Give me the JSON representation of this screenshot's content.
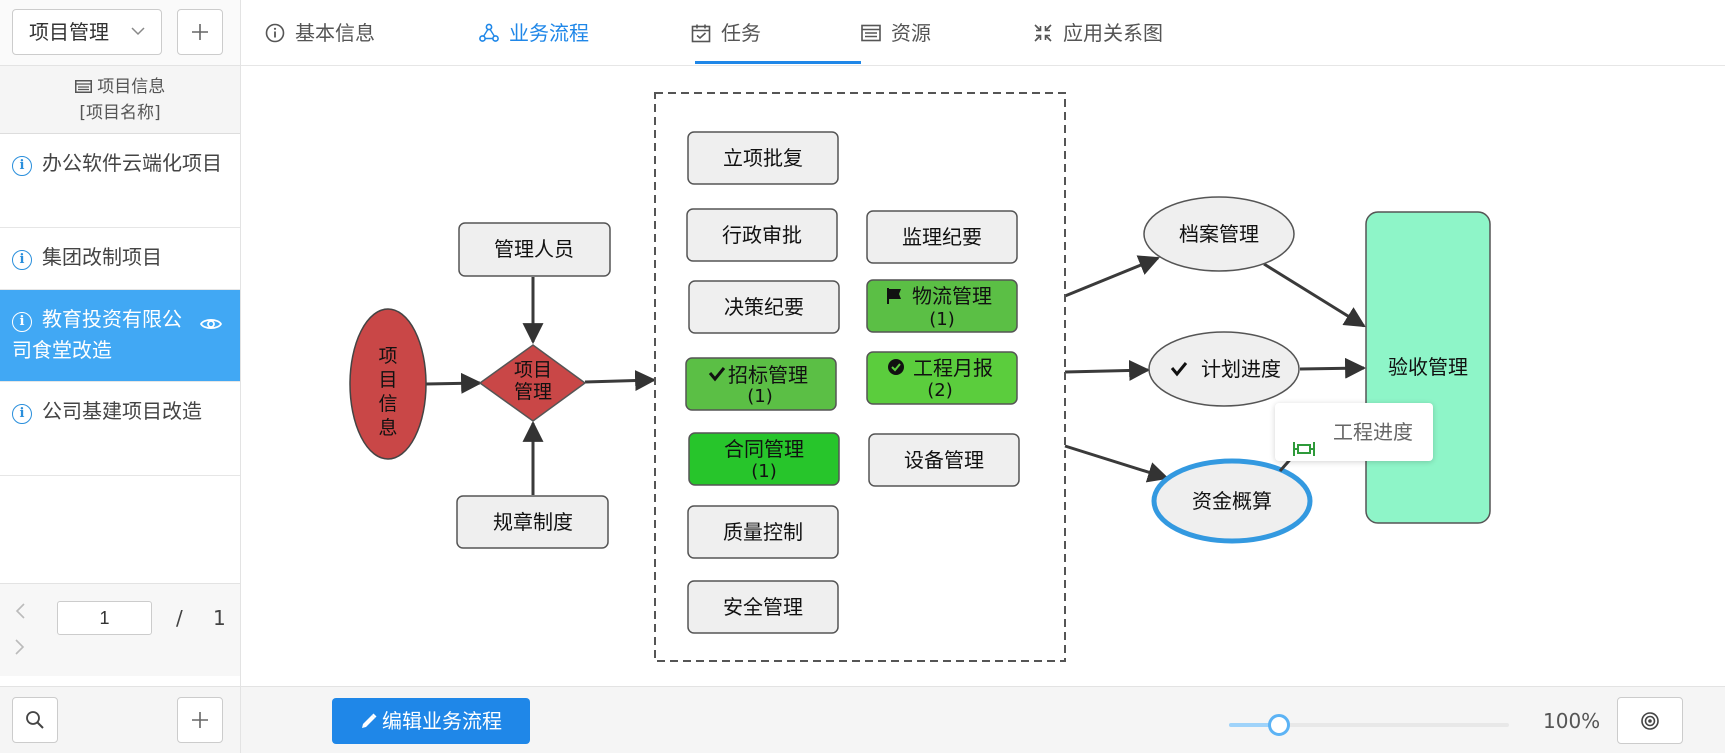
{
  "sidebar": {
    "select_value": "项目管理",
    "info_title": "项目信息",
    "info_sub": "[项目名称]",
    "projects": [
      {
        "label": "办公软件云端化项目"
      },
      {
        "label": "集团改制项目"
      },
      {
        "label": "教育投资有限公司食堂改造"
      },
      {
        "label": "公司基建项目改造"
      }
    ],
    "pager": {
      "current": "1",
      "separator": "/",
      "total": "1"
    }
  },
  "tabs": [
    {
      "label": "基本信息",
      "icon": "info-circle-icon"
    },
    {
      "label": "业务流程",
      "icon": "flow-icon"
    },
    {
      "label": "任务",
      "icon": "calendar-check-icon"
    },
    {
      "label": "资源",
      "icon": "list-icon"
    },
    {
      "label": "应用关系图",
      "icon": "shrink-icon"
    }
  ],
  "flow": {
    "start": "项目信息",
    "decision": "项目管理",
    "top_input": "管理人员",
    "bottom_input": "规章制度",
    "group_left": [
      "立项批复",
      "行政审批",
      "决策纪要",
      "招标管理",
      "合同管理",
      "质量控制",
      "安全管理"
    ],
    "group_right": [
      "监理纪要",
      "物流管理",
      "工程月报",
      "设备管理"
    ],
    "counts": {
      "招标管理": "(1)",
      "合同管理": "(1)",
      "物流管理": "(1)",
      "工程月报": "(2)"
    },
    "out_nodes": [
      "档案管理",
      "计划进度",
      "资金概算"
    ],
    "final": "验收管理",
    "tooltip": "工程进度",
    "colors": {
      "start": "#c94747",
      "node": "#efefef",
      "green1": "#5bbf45",
      "green2": "#27c52b",
      "final": "#8ef5c8",
      "highlight": "#3399e0"
    }
  },
  "toolbar": {
    "edit_label": "编辑业务流程",
    "zoom_text": "100%",
    "zoom_value": 0.18
  }
}
